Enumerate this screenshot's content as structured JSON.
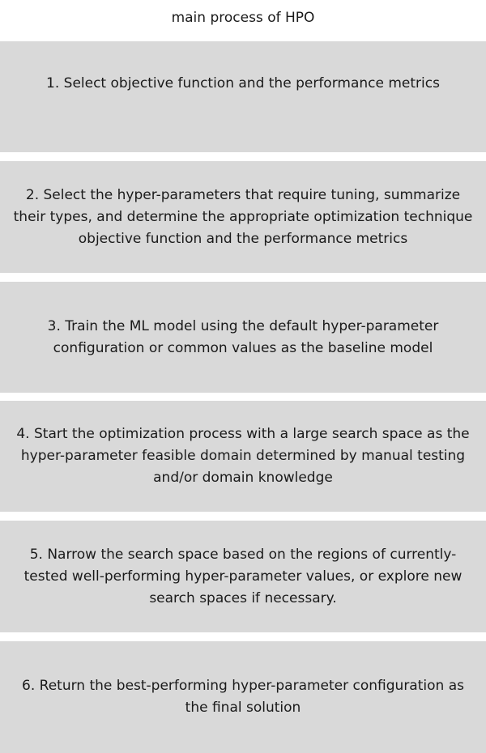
{
  "title": "main process of HPO",
  "steps": [
    {
      "text": "1. Select objective function and the  performance metrics"
    },
    {
      "text": "2. Select the hyper-parameters that require tuning, summarize their types, and determine the appropriate optimization technique objective function and the performance metrics"
    },
    {
      "text": "3. Train the ML model using the default hyper-parameter configuration or common values as the baseline model"
    },
    {
      "text": "4. Start the optimization process with a large search space as the hyper-parameter feasible domain determined by manual testing and/or domain knowledge"
    },
    {
      "text": "5. Narrow the search space based on the regions of currently-tested well-performing hyper-parameter values, or explore new search spaces if necessary."
    },
    {
      "text": "6. Return the best-performing hyper-parameter configuration as the final solution"
    }
  ],
  "colors": {
    "box_fill": "#d9d9d9",
    "text": "#1a1a1a",
    "background": "#ffffff"
  }
}
